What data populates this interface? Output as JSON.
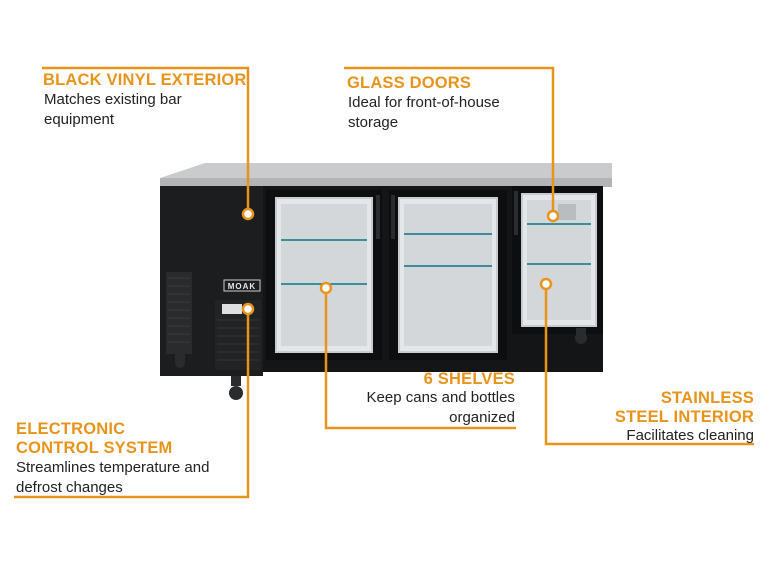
{
  "brand_logo": "MOAK",
  "accent_color": "#e8941c",
  "callouts": {
    "black_vinyl": {
      "title": "BLACK VINYL EXTERIOR",
      "desc_line1": "Matches existing bar",
      "desc_line2": "equipment"
    },
    "glass_doors": {
      "title": "GLASS DOORS",
      "desc_line1": "Ideal for front-of-house",
      "desc_line2": "storage"
    },
    "shelves": {
      "title": "6 SHELVES",
      "desc_line1": "Keep cans and bottles",
      "desc_line2": "organized"
    },
    "stainless": {
      "title_line1": "STAINLESS",
      "title_line2": "STEEL INTERIOR",
      "desc": "Facilitates cleaning"
    },
    "electronic": {
      "title_line1": "ELECTRONIC",
      "title_line2": "CONTROL SYSTEM",
      "desc_line1": "Streamlines temperature and",
      "desc_line2": "defrost changes"
    }
  }
}
